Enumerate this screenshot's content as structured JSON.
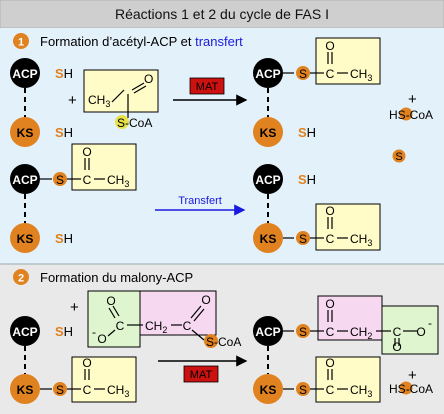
{
  "title": "Réactions 1 et 2 du cycle de FAS I",
  "section1": {
    "number": "1",
    "heading_prefix": "Formation d’acétyl-ACP et ",
    "heading_link": "transfert"
  },
  "section2": {
    "number": "2",
    "heading": "Formation du malony-ACP"
  },
  "labels": {
    "acp": "ACP",
    "ks": "KS",
    "s": "S",
    "h": "H",
    "hs": "HS",
    "coa": "CoA",
    "c": "C",
    "o": "O",
    "ch3": "CH",
    "ch2": "CH",
    "sub3": "3",
    "sub2": "2",
    "plus": "+",
    "minus": "-",
    "dash": "–",
    "hs_coa_h": "H",
    "hs_coa_s": "S",
    "hs_coa_coa": "-CoA"
  },
  "enzymes": {
    "mat": "MAT",
    "transfer": "Transfert"
  },
  "colors": {
    "acp_fill": "#000000",
    "ks_fill": "#e0821f",
    "sulfur_orange": "#e0821f",
    "sulfur_yellow": "#e8e24a",
    "box_yellow": "#fffcc8",
    "box_green": "#dff5cf",
    "box_pink": "#f6d8f0",
    "mat_fill": "#cc1111",
    "transfer_blue": "#1a1adf",
    "header_bg": "#cfcfcf",
    "panel1_bg": "#e3f1fb",
    "panel2_bg": "#e9e9e9"
  }
}
